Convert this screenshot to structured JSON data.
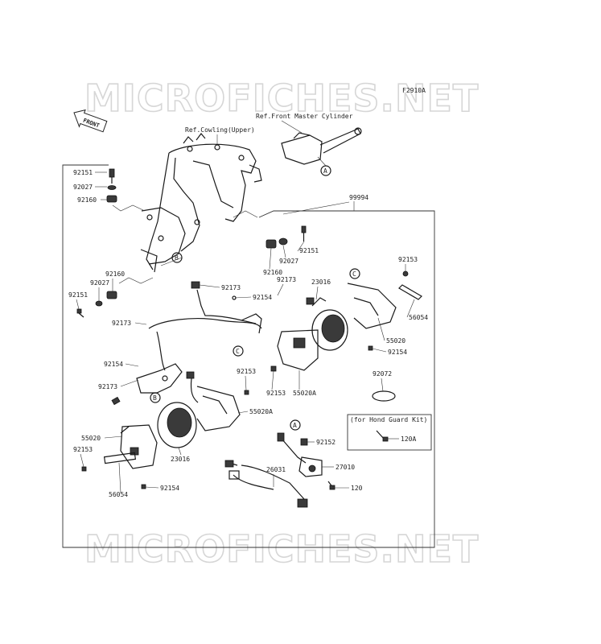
{
  "watermark": "MICROFICHES.NET",
  "figure_code": "F2910A",
  "front_label": "FRONT",
  "ref_cowling": "Ref.Cowling(Upper)",
  "ref_master": "Ref.Front Master Cylinder",
  "kit_box_title": "(for Hond Guard Kit)",
  "callouts": {
    "a": "A",
    "b": "B",
    "c": "C"
  },
  "labels": {
    "p99994": "99994",
    "p92151_a": "92151",
    "p92027_a": "92027",
    "p92160_a": "92160",
    "p92160_b": "92160",
    "p92027_b": "92027",
    "p92151_b": "92151",
    "p92160_c": "92160",
    "p92027_c": "92027",
    "p92151_c": "92151",
    "p92173_a": "92173",
    "p92173_b": "92173",
    "p92154_a": "92154",
    "p92173_c": "92173",
    "p92154_b": "92154",
    "p92173_d": "92173",
    "p23016_a": "23016",
    "p92153_a": "92153",
    "p56054_a": "56054",
    "p55020_a": "55020",
    "p92154_c": "92154",
    "p92072": "92072",
    "p92153_b": "92153",
    "p92153_c": "92153",
    "p55020A_a": "55020A",
    "p55020A_b": "55020A",
    "p55020_b": "55020",
    "p92153_d": "92153",
    "p23016_b": "23016",
    "p56054_b": "56054",
    "p92154_d": "92154",
    "p92152": "92152",
    "p27010": "27010",
    "p26031": "26031",
    "p120": "120",
    "p120A": "120A"
  }
}
